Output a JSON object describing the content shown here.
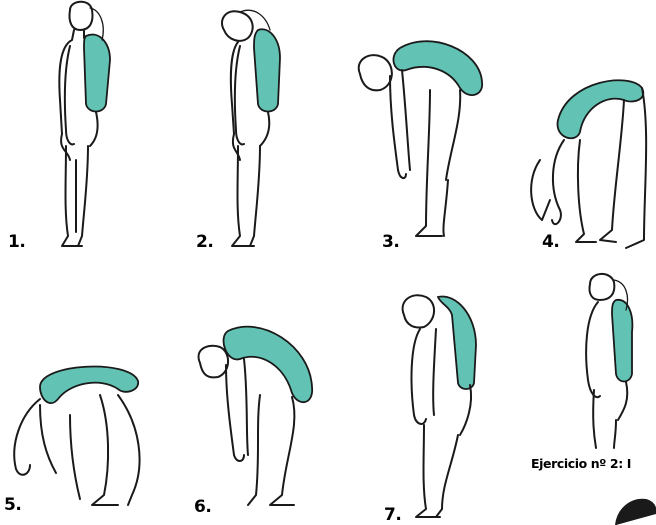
{
  "colors": {
    "spine_highlight": "#62c3b5",
    "ink": "#1a1a1a",
    "background": "#ffffff"
  },
  "figures": [
    {
      "label": "1.",
      "pose": "standing-upright"
    },
    {
      "label": "2.",
      "pose": "head-tucked"
    },
    {
      "label": "3.",
      "pose": "upper-back-rolled-forward"
    },
    {
      "label": "4.",
      "pose": "full-forward-bend"
    },
    {
      "label": "5.",
      "pose": "deep-bend-knees-bent"
    },
    {
      "label": "6.",
      "pose": "rolling-up-knees-bent"
    },
    {
      "label": "7.",
      "pose": "almost-upright-head-down"
    },
    {
      "label": "",
      "pose": "standing-upright"
    }
  ],
  "caption": "Ejercicio nº 2: I",
  "partial_figure_icon": "head-icon"
}
